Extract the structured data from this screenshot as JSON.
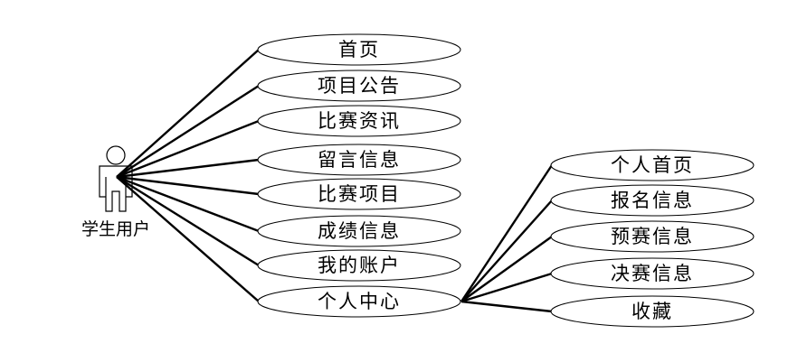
{
  "actor": {
    "label": "学生用户"
  },
  "primary_use_cases": [
    {
      "label": "首页"
    },
    {
      "label": "项目公告"
    },
    {
      "label": "比赛资讯"
    },
    {
      "label": "留言信息"
    },
    {
      "label": "比赛项目"
    },
    {
      "label": "成绩信息"
    },
    {
      "label": "我的账户"
    },
    {
      "label": "个人中心"
    }
  ],
  "personal_center_use_cases": [
    {
      "label": "个人首页"
    },
    {
      "label": "报名信息"
    },
    {
      "label": "预赛信息"
    },
    {
      "label": "决赛信息"
    },
    {
      "label": "收藏"
    }
  ]
}
